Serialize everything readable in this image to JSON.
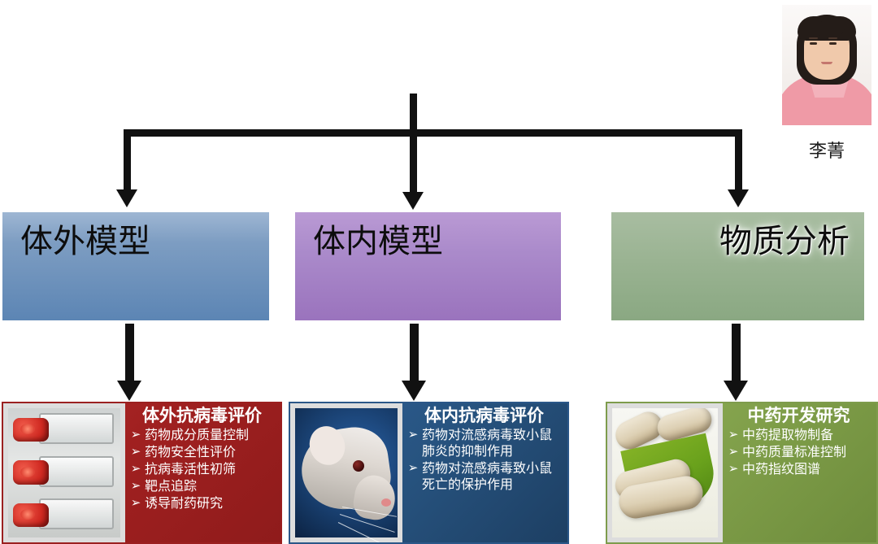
{
  "person": {
    "name": "李菁",
    "photo_alt": "portrait-photo"
  },
  "tier2": [
    {
      "id": "invitro",
      "label": "体外模型",
      "color": "#5c85b4"
    },
    {
      "id": "invivo",
      "label": "体内模型",
      "color": "#9a73bd"
    },
    {
      "id": "analysis",
      "label": "物质分析",
      "color": "#8aa882"
    }
  ],
  "tier3": [
    {
      "id": "invitro",
      "title": "体外抗病毒评价",
      "color": "#a02020",
      "thumb_alt": "cell-culture-flasks-photo",
      "bullet": "➢",
      "items": [
        "药物成分质量控制",
        "药物安全性评价",
        "抗病毒活性初筛",
        "靶点追踪",
        "诱导耐药研究"
      ]
    },
    {
      "id": "invivo",
      "title": "体内抗病毒评价",
      "color": "#27537f",
      "thumb_alt": "laboratory-mouse-photo",
      "bullet": "➢",
      "items": [
        "药物对流感病毒致小鼠肺炎的抑制作用",
        "药物对流感病毒致小鼠死亡的保护作用"
      ]
    },
    {
      "id": "tcm",
      "title": "中药开发研究",
      "color": "#7f9e49",
      "thumb_alt": "herbal-capsules-on-ginkgo-leaf-photo",
      "bullet": "➢",
      "items": [
        "中药提取物制备",
        "中药质量标准控制",
        "中药指纹图谱"
      ]
    }
  ],
  "connectors": {
    "line_color": "#111111",
    "arrow_count": 3
  }
}
